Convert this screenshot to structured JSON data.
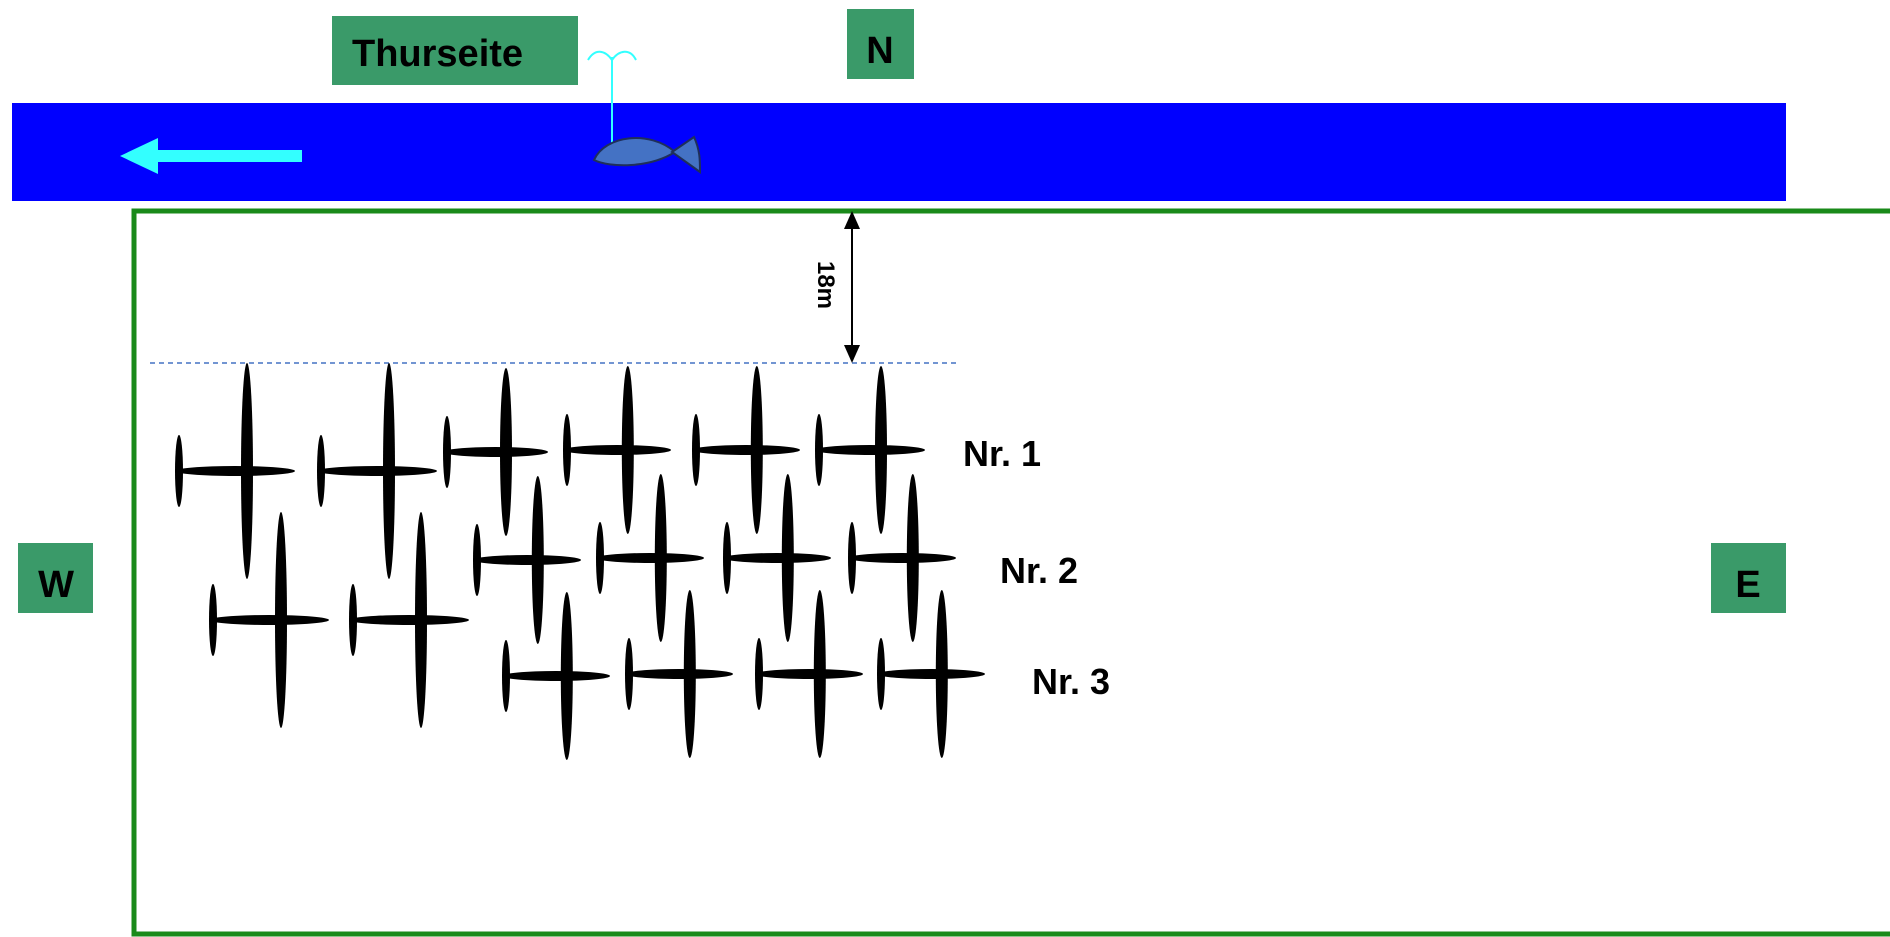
{
  "labels": {
    "title": "Thurseite",
    "north": "N",
    "west": "W",
    "east": "E"
  },
  "measurement": {
    "distance_label": "18m"
  },
  "rows": [
    {
      "label": "Nr. 1",
      "count": 6
    },
    {
      "label": "Nr. 2",
      "count": 6
    },
    {
      "label": "Nr. 3",
      "count": 4
    }
  ],
  "icons": {
    "flow_arrow": "left-arrow-icon",
    "fish": "fish-icon",
    "fountain": "fountain-icon"
  },
  "colors": {
    "river": "#0000ff",
    "label_box": "#3a9a69",
    "field_border": "#1a8a1a",
    "arrow": "#33ffff",
    "fish": "#4472c4",
    "marker": "#000000"
  }
}
